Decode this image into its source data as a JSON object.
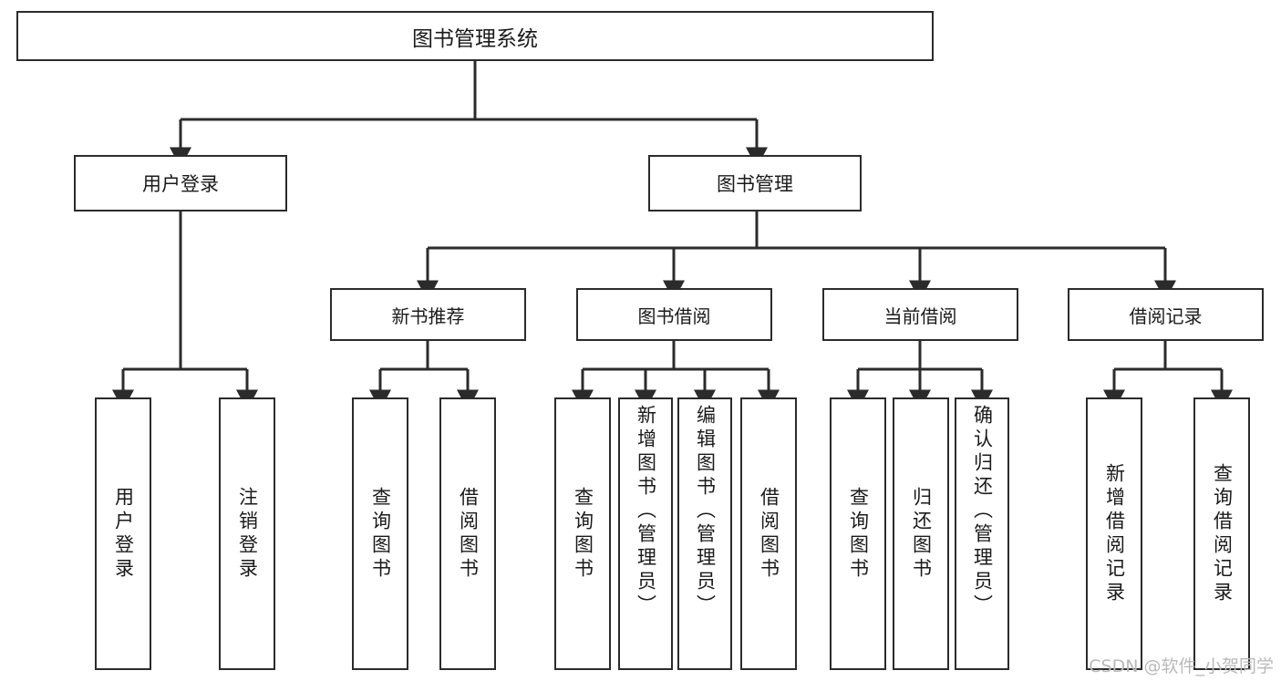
{
  "diagram": {
    "title": "图书管理系统",
    "watermark": "CSDN @软件_小贺同学",
    "colors": {
      "stroke": "#2b2b2b",
      "fill": "#ffffff",
      "text": "#1a1a1a",
      "watermark": "#b9b9b9"
    },
    "root": {
      "label": "图书管理系统"
    },
    "level1": [
      {
        "label": "用户登录"
      },
      {
        "label": "图书管理"
      }
    ],
    "level2": [
      {
        "label": "新书推荐"
      },
      {
        "label": "图书借阅"
      },
      {
        "label": "当前借阅"
      },
      {
        "label": "借阅记录"
      }
    ],
    "leaves": {
      "user_login": [
        {
          "label": "用户登录"
        },
        {
          "label": "注销登录"
        }
      ],
      "new_book": [
        {
          "label": "查询图书"
        },
        {
          "label": "借阅图书"
        }
      ],
      "borrow": [
        {
          "label": "查询图书"
        },
        {
          "label": "新增图书（管理员）"
        },
        {
          "label": "编辑图书（管理员）"
        },
        {
          "label": "借阅图书"
        }
      ],
      "current": [
        {
          "label": "查询图书"
        },
        {
          "label": "归还图书"
        },
        {
          "label": "确认归还（管理员）"
        }
      ],
      "records": [
        {
          "label": "新增借阅记录"
        },
        {
          "label": "查询借阅记录"
        }
      ]
    }
  }
}
